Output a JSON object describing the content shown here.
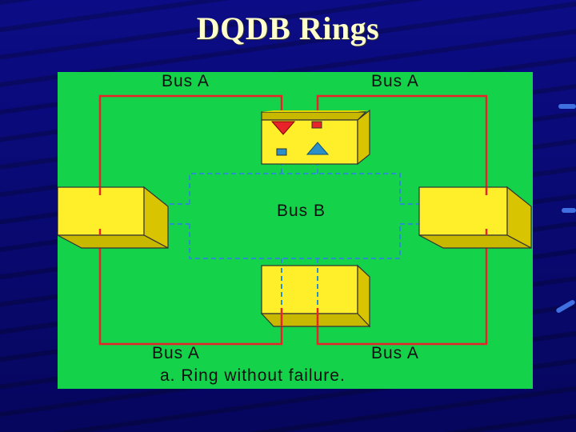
{
  "slide": {
    "title": "DQDB Rings"
  },
  "diagram": {
    "bus_a_top_left": "Bus A",
    "bus_a_top_right": "Bus A",
    "bus_b": "Bus B",
    "bus_a_bottom_left": "Bus A",
    "bus_a_bottom_right": "Bus A",
    "caption": "a. Ring without failure."
  },
  "colors": {
    "background": "#0a0a7a",
    "title": "#ffffcc",
    "panel": "#14d24a",
    "node": "#ffef2a",
    "bus_a": "#e8232a",
    "bus_b": "#2b8fc9"
  }
}
